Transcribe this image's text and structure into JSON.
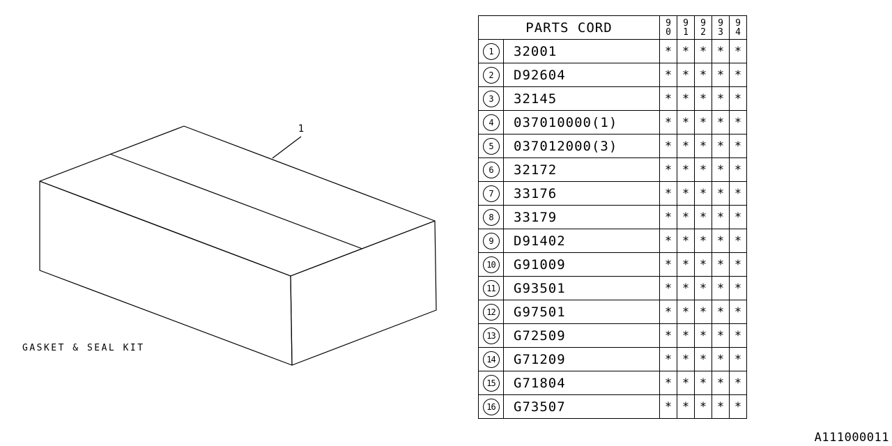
{
  "diagram": {
    "callout_number": "1",
    "caption": "GASKET & SEAL KIT"
  },
  "table": {
    "header": "PARTS CORD",
    "years": [
      [
        "9",
        "0"
      ],
      [
        "9",
        "1"
      ],
      [
        "9",
        "2"
      ],
      [
        "9",
        "3"
      ],
      [
        "9",
        "4"
      ]
    ],
    "rows": [
      {
        "no": "1",
        "code": "32001",
        "marks": [
          "*",
          "*",
          "*",
          "*",
          "*"
        ]
      },
      {
        "no": "2",
        "code": "D92604",
        "marks": [
          "*",
          "*",
          "*",
          "*",
          "*"
        ]
      },
      {
        "no": "3",
        "code": "32145",
        "marks": [
          "*",
          "*",
          "*",
          "*",
          "*"
        ]
      },
      {
        "no": "4",
        "code": "037010000(1)",
        "marks": [
          "*",
          "*",
          "*",
          "*",
          "*"
        ]
      },
      {
        "no": "5",
        "code": "037012000(3)",
        "marks": [
          "*",
          "*",
          "*",
          "*",
          "*"
        ]
      },
      {
        "no": "6",
        "code": "32172",
        "marks": [
          "*",
          "*",
          "*",
          "*",
          "*"
        ]
      },
      {
        "no": "7",
        "code": "33176",
        "marks": [
          "*",
          "*",
          "*",
          "*",
          "*"
        ]
      },
      {
        "no": "8",
        "code": "33179",
        "marks": [
          "*",
          "*",
          "*",
          "*",
          "*"
        ]
      },
      {
        "no": "9",
        "code": "D91402",
        "marks": [
          "*",
          "*",
          "*",
          "*",
          "*"
        ]
      },
      {
        "no": "10",
        "code": "G91009",
        "marks": [
          "*",
          "*",
          "*",
          "*",
          "*"
        ]
      },
      {
        "no": "11",
        "code": "G93501",
        "marks": [
          "*",
          "*",
          "*",
          "*",
          "*"
        ]
      },
      {
        "no": "12",
        "code": "G97501",
        "marks": [
          "*",
          "*",
          "*",
          "*",
          "*"
        ]
      },
      {
        "no": "13",
        "code": "G72509",
        "marks": [
          "*",
          "*",
          "*",
          "*",
          "*"
        ]
      },
      {
        "no": "14",
        "code": "G71209",
        "marks": [
          "*",
          "*",
          "*",
          "*",
          "*"
        ]
      },
      {
        "no": "15",
        "code": "G71804",
        "marks": [
          "*",
          "*",
          "*",
          "*",
          "*"
        ]
      },
      {
        "no": "16",
        "code": "G73507",
        "marks": [
          "*",
          "*",
          "*",
          "*",
          "*"
        ]
      }
    ]
  },
  "diagram_id": "A111000011"
}
